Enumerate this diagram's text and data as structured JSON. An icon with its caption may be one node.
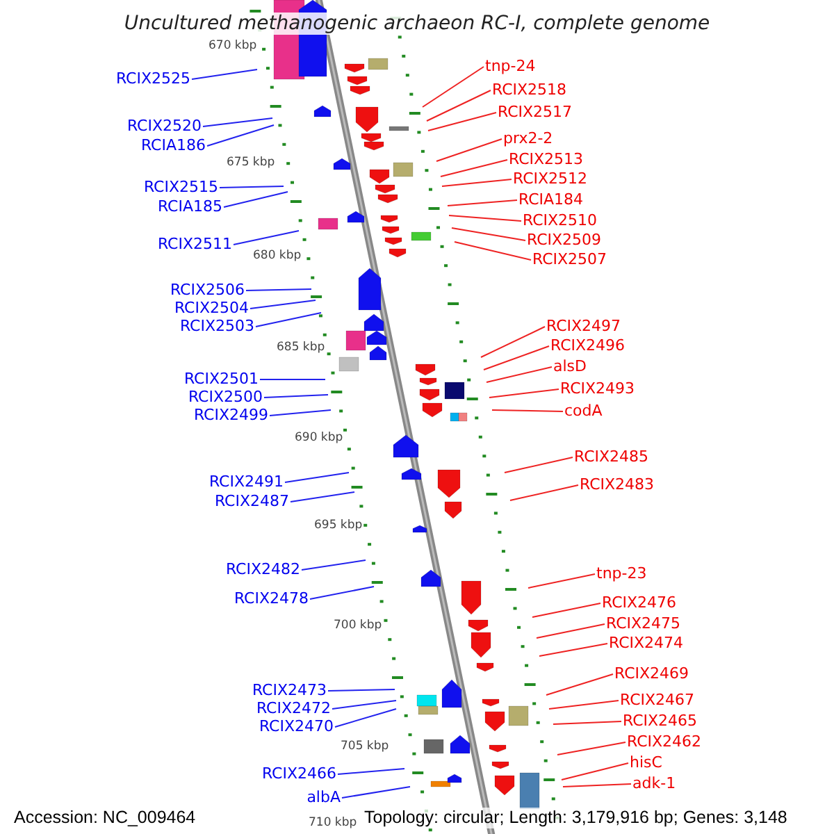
{
  "diagram": {
    "title": "Uncultured methanogenic archaeon RC-I, complete genome",
    "nodes": [
      {
        "text": [
          "RCIX2525"
        ]
      },
      {
        "text": [
          "RCIX2520"
        ]
      },
      {
        "text": [
          "RCIA186"
        ]
      },
      {
        "text": [
          "RCIX2515"
        ]
      },
      {
        "text": [
          "RCIA185"
        ]
      },
      {
        "text": [
          "RCIX2511"
        ]
      },
      {
        "text": [
          "RCIX2506"
        ]
      },
      {
        "text": [
          "RCIX2504"
        ]
      },
      {
        "text": [
          "RCIX2503"
        ]
      },
      {
        "text": [
          "RCIX2501"
        ]
      },
      {
        "text": [
          "RCIX2500"
        ]
      },
      {
        "text": [
          "RCIX2499"
        ]
      },
      {
        "text": [
          "RCIX2491"
        ]
      },
      {
        "text": [
          "RCIX2487"
        ]
      },
      {
        "text": [
          "RCIX2482"
        ]
      },
      {
        "text": [
          "RCIX2478"
        ]
      },
      {
        "text": [
          "RCIX2473"
        ]
      },
      {
        "text": [
          "RCIX2472"
        ]
      },
      {
        "text": [
          "RCIX2470"
        ]
      },
      {
        "text": [
          "RCIX2466"
        ]
      },
      {
        "text": [
          "albA"
        ]
      },
      {
        "text": [
          "tnp-24"
        ]
      },
      {
        "text": [
          "RCIX2518"
        ]
      },
      {
        "text": [
          "RCIX2517"
        ]
      },
      {
        "text": [
          "prx2-2"
        ]
      },
      {
        "text": [
          "RCIX2513"
        ]
      },
      {
        "text": [
          "RCIX2512"
        ]
      },
      {
        "text": [
          "RCIA184"
        ]
      },
      {
        "text": [
          "RCIX2510"
        ]
      },
      {
        "text": [
          "RCIX2509"
        ]
      },
      {
        "text": [
          "RCIX2507"
        ]
      },
      {
        "text": [
          "RCIX2497"
        ]
      },
      {
        "text": [
          "RCIX2496"
        ]
      },
      {
        "text": [
          "alsD"
        ]
      },
      {
        "text": [
          "RCIX2493"
        ]
      },
      {
        "text": [
          "codA"
        ]
      },
      {
        "text": [
          "RCIX2485"
        ]
      },
      {
        "text": [
          "RCIX2483"
        ]
      },
      {
        "text": [
          "tnp-23"
        ]
      },
      {
        "text": [
          "RCIX2476"
        ]
      },
      {
        "text": [
          "RCIX2475"
        ]
      },
      {
        "text": [
          "RCIX2474"
        ]
      },
      {
        "text": [
          "RCIX2469"
        ]
      },
      {
        "text": [
          "RCIX2467"
        ]
      },
      {
        "text": [
          "RCIX2465"
        ]
      },
      {
        "text": [
          "RCIX2462"
        ]
      },
      {
        "text": [
          "hisC"
        ]
      },
      {
        "text": [
          "adk-1"
        ]
      }
    ],
    "edges": [
      {
        "from": 0,
        "to": null,
        "arrow": "none",
        "color": "#2222ee"
      },
      {
        "from": 1,
        "to": null,
        "arrow": "none",
        "color": "#2222ee"
      },
      {
        "from": 2,
        "to": null,
        "arrow": "none",
        "color": "#2222ee"
      },
      {
        "from": 3,
        "to": null,
        "arrow": "none",
        "color": "#2222ee"
      },
      {
        "from": 4,
        "to": null,
        "arrow": "none",
        "color": "#2222ee"
      },
      {
        "from": 5,
        "to": null,
        "arrow": "none",
        "color": "#2222ee"
      },
      {
        "from": 6,
        "to": null,
        "arrow": "none",
        "color": "#2222ee"
      },
      {
        "from": 7,
        "to": null,
        "arrow": "none",
        "color": "#2222ee"
      },
      {
        "from": 8,
        "to": null,
        "arrow": "none",
        "color": "#2222ee"
      },
      {
        "from": 9,
        "to": null,
        "arrow": "none",
        "color": "#2222ee"
      },
      {
        "from": 10,
        "to": null,
        "arrow": "none",
        "color": "#2222ee"
      },
      {
        "from": 11,
        "to": null,
        "arrow": "none",
        "color": "#2222ee"
      },
      {
        "from": 12,
        "to": null,
        "arrow": "none",
        "color": "#2222ee"
      },
      {
        "from": 13,
        "to": null,
        "arrow": "none",
        "color": "#2222ee"
      },
      {
        "from": 14,
        "to": null,
        "arrow": "none",
        "color": "#2222ee"
      },
      {
        "from": 15,
        "to": null,
        "arrow": "none",
        "color": "#2222ee"
      },
      {
        "from": 16,
        "to": null,
        "arrow": "none",
        "color": "#2222ee"
      },
      {
        "from": 17,
        "to": null,
        "arrow": "none",
        "color": "#2222ee"
      },
      {
        "from": 18,
        "to": null,
        "arrow": "none",
        "color": "#2222ee"
      },
      {
        "from": 19,
        "to": null,
        "arrow": "none",
        "color": "#2222ee"
      },
      {
        "from": 20,
        "to": null,
        "arrow": "none",
        "color": "#2222ee"
      },
      {
        "from": 21,
        "to": null,
        "arrow": "none"
      },
      {
        "from": 22,
        "to": null,
        "arrow": "none"
      },
      {
        "from": 23,
        "to": null,
        "arrow": "none"
      },
      {
        "from": 24,
        "to": null,
        "arrow": "none"
      },
      {
        "from": 25,
        "to": null,
        "arrow": "none"
      },
      {
        "from": 26,
        "to": null,
        "arrow": "none"
      },
      {
        "from": 27,
        "to": null,
        "arrow": "none"
      },
      {
        "from": 28,
        "to": null,
        "arrow": "none"
      },
      {
        "from": 29,
        "to": null,
        "arrow": "none"
      },
      {
        "from": 30,
        "to": null,
        "arrow": "none"
      },
      {
        "from": 31,
        "to": null,
        "arrow": "none"
      },
      {
        "from": 32,
        "to": null,
        "arrow": "none"
      },
      {
        "from": 33,
        "to": null,
        "arrow": "none"
      },
      {
        "from": 34,
        "to": null,
        "arrow": "none"
      },
      {
        "from": 35,
        "to": null,
        "arrow": "none"
      },
      {
        "from": 36,
        "to": null,
        "arrow": "none"
      },
      {
        "from": 37,
        "to": null,
        "arrow": "none"
      },
      {
        "from": 38,
        "to": null,
        "arrow": "none"
      },
      {
        "from": 39,
        "to": null,
        "arrow": "none"
      },
      {
        "from": 40,
        "to": null,
        "arrow": "none"
      },
      {
        "from": 41,
        "to": null,
        "arrow": "none"
      },
      {
        "from": 42,
        "to": null,
        "arrow": "none"
      },
      {
        "from": 43,
        "to": null,
        "arrow": "none"
      },
      {
        "from": 44,
        "to": null,
        "arrow": "none"
      },
      {
        "from": 45,
        "to": null,
        "arrow": "none"
      },
      {
        "from": 46,
        "to": null,
        "arrow": "none"
      },
      {
        "from": 47,
        "to": null,
        "arrow": "none"
      }
    ],
    "labels": [
      "670 kbp",
      "675 kbp",
      "680 kbp",
      "685 kbp",
      "690 kbp",
      "695 kbp",
      "700 kbp",
      "705 kbp",
      "710 kbp",
      "Accession: NC_009464",
      "Topology: circular; Length: 3,179,916 bp; Genes: 3,148"
    ]
  }
}
